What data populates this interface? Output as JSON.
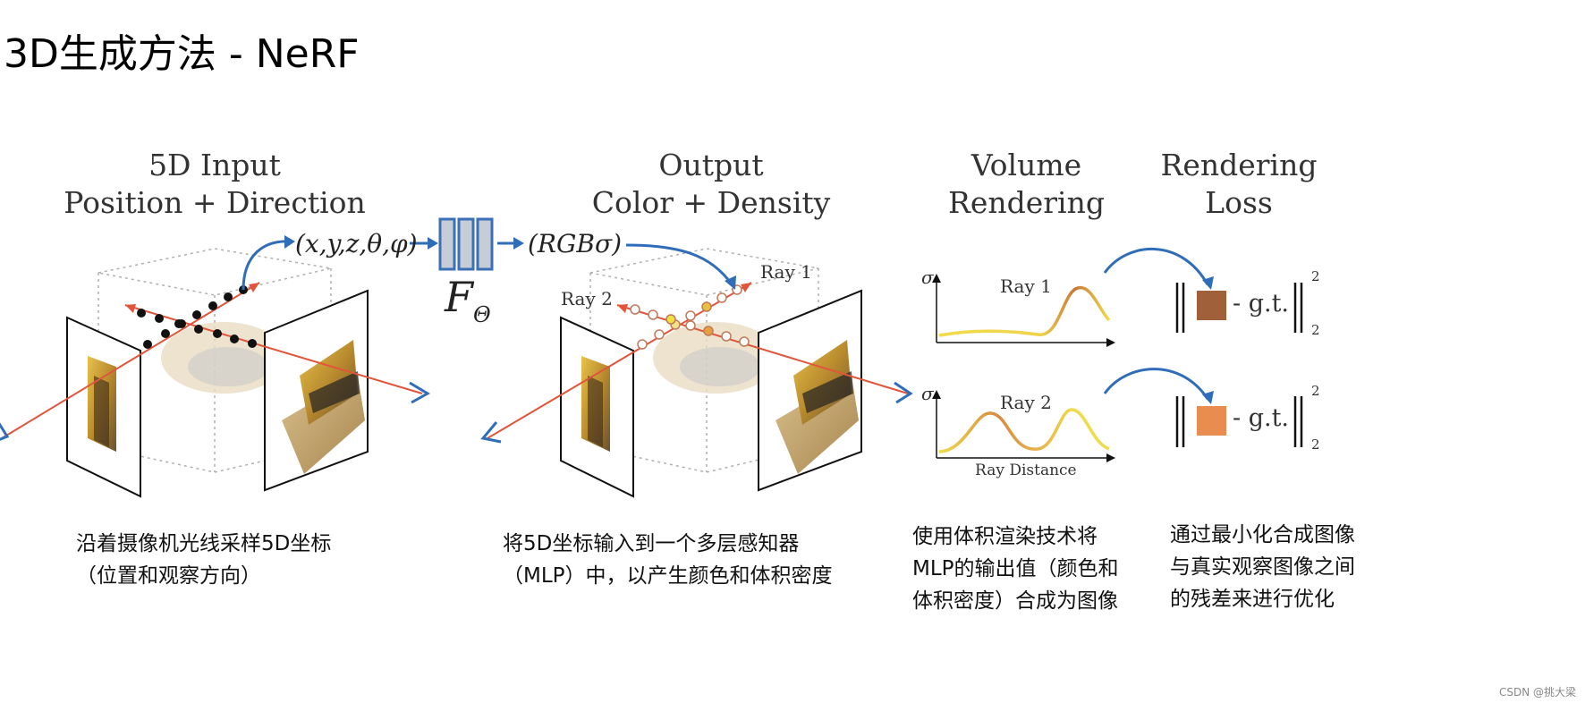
{
  "title": "3D生成方法 - NeRF",
  "panels": {
    "input": {
      "line1": "5D Input",
      "line2": "Position + Direction"
    },
    "output": {
      "line1": "Output",
      "line2": "Color + Density"
    },
    "volume": {
      "line1": "Volume",
      "line2": "Rendering"
    },
    "loss": {
      "line1": "Rendering",
      "line2": "Loss"
    }
  },
  "formulas": {
    "input_tuple": "(x,y,z,θ,φ)",
    "network": "F",
    "network_sub": "Θ",
    "output_tuple": "(RGBσ)"
  },
  "rays": {
    "ray1": "Ray 1",
    "ray2": "Ray 2",
    "sigma": "σ",
    "ray_distance": "Ray Distance"
  },
  "loss_terms": {
    "gt": "- g.t.",
    "sup": "2",
    "sub": "2"
  },
  "colors": {
    "ray_red": "#e2553a",
    "arrow_blue": "#2f6db8",
    "box_blue": "#3b6fb6",
    "box_fill": "#c7cdd6",
    "swatch1": "#a0603a",
    "swatch2": "#e88d4f",
    "curve_yellow": "#f0dc4a",
    "curve_orange": "#d98a40"
  },
  "captions": {
    "c1_line1": "沿着摄像机光线采样5D坐标",
    "c1_line2": "（位置和观察方向）",
    "c2_line1": "将5D坐标输入到一个多层感知器",
    "c2_line2": "（MLP）中，以产生颜色和体积密度",
    "c3_line1": "使用体积渲染技术将",
    "c3_line2": "MLP的输出值（颜色和",
    "c3_line3": "体积密度）合成为图像",
    "c4_line1": "通过最小化合成图像",
    "c4_line2": "与真实观察图像之间",
    "c4_line3": "的残差来进行优化"
  },
  "watermark": "CSDN @挑大梁"
}
